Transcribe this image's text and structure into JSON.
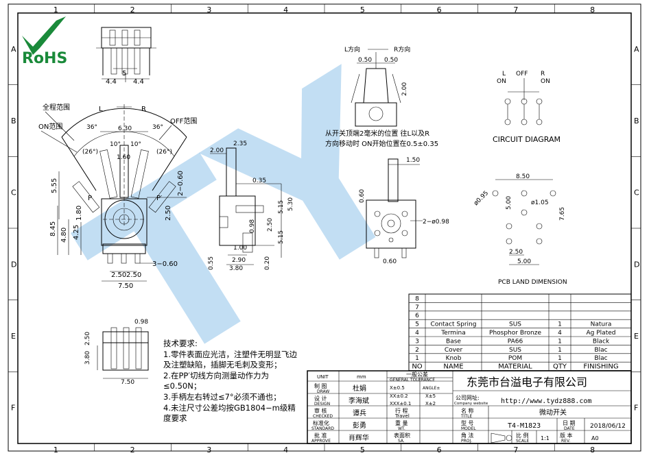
{
  "border": {
    "columns": [
      "1",
      "2",
      "3",
      "4",
      "5",
      "6",
      "7",
      "8"
    ],
    "rows": [
      "A",
      "B",
      "C",
      "D",
      "E",
      "F"
    ]
  },
  "logo": {
    "text": "RoHS",
    "color": "#1a8a3a"
  },
  "watermark": {
    "text": "TY",
    "color": "#8fc3ea"
  },
  "front_view": {
    "labels": {
      "full_range": "全程范围",
      "on_range": "ON范围",
      "off_range": "OFF范围",
      "L": "L",
      "R": "R",
      "P": "P",
      "P2": "P′",
      "ang36a": "36°",
      "ang36b": "36°",
      "ang26a": "(26°)",
      "ang26b": "(26°)",
      "ang10a": "10°",
      "ang10b": "10°"
    },
    "dims": {
      "d630": "6.30",
      "d160": "1.60",
      "d555": "5.55",
      "d845": "8.45",
      "d480": "4.80",
      "d425": "4.25",
      "d180": "1.80",
      "d250r": "2.50",
      "d060": "2−0.60",
      "d250a": "2.50",
      "d250b": "2.50",
      "d750": "7.50",
      "d3060": "3−0.60"
    }
  },
  "top_view": {
    "dims": {
      "d5": "5",
      "d44a": "4.4",
      "d44b": "4.4"
    }
  },
  "side_view": {
    "dims": {
      "d200": "2.00",
      "d235": "2.35",
      "d035": "0.35",
      "d530": "5.30",
      "d515a": "5.15",
      "d250": "2.50",
      "d515b": "5.15",
      "d098": "0.98",
      "d100": "1.00",
      "d290": "2.90",
      "d380": "3.80",
      "d055": "0.55",
      "d020": "0.20"
    }
  },
  "lever_view": {
    "labels": {
      "L": "L方向",
      "R": "R方向",
      "d050a": "0.50",
      "d050b": "0.50",
      "d200": "2.00"
    },
    "note_line1": "从开关顶端2毫米的位置 往L以及R",
    "note_line2": "方向移动时 ON开始位置在0.5±0.35"
  },
  "rear_view": {
    "dims": {
      "d150": "1.50",
      "d060": "0.60",
      "d060b": "0.60",
      "d2098": "2−ø0.98"
    }
  },
  "circuit": {
    "title": "CIRCUIT DIAGRAM",
    "L": "L",
    "ON1": "ON",
    "OFF": "OFF",
    "R": "R",
    "ON2": "ON"
  },
  "pcb": {
    "title": "PCB LAND DIMENSION",
    "dims": {
      "d850": "8.50",
      "d095": "ø0.95",
      "d105": "ø1.05",
      "d500v": "5.00",
      "d765": "7.65",
      "d250": "2.50",
      "d500h": "5.00"
    }
  },
  "bottom_view": {
    "dims": {
      "d098": "0.98",
      "d250": "2.50",
      "d380": "3.80",
      "d750": "7.50"
    }
  },
  "notes": {
    "title": "技术要求:",
    "lines": [
      "1.零件表面应光洁，注塑件无明显飞边",
      "及注塑缺陷，插脚无毛刺及变形；",
      "2.在PP′切线方向测量动作力为",
      "≤0.50N；",
      "3.手柄左右转过≤7°必须不通也；",
      "4.未注尺寸公差均按GB1804−m级精",
      "度要求"
    ]
  },
  "bom": {
    "rows": [
      {
        "no": "8",
        "name": "",
        "material": "",
        "qty": "",
        "finishing": ""
      },
      {
        "no": "7",
        "name": "",
        "material": "",
        "qty": "",
        "finishing": ""
      },
      {
        "no": "6",
        "name": "",
        "material": "",
        "qty": "",
        "finishing": ""
      },
      {
        "no": "5",
        "name": "Contact Spring",
        "material": "SUS",
        "qty": "1",
        "finishing": "Natura"
      },
      {
        "no": "4",
        "name": "Termina",
        "material": "Phosphor Bronze",
        "qty": "4",
        "finishing": "Ag Plated"
      },
      {
        "no": "3",
        "name": "Base",
        "material": "PA66",
        "qty": "1",
        "finishing": "Black"
      },
      {
        "no": "2",
        "name": "Cover",
        "material": "SUS",
        "qty": "1",
        "finishing": "Blac"
      },
      {
        "no": "1",
        "name": "Knob",
        "material": "POM",
        "qty": "1",
        "finishing": "Blac"
      }
    ],
    "header": {
      "no": "NO",
      "name": "NAME",
      "material": "MATERIAL",
      "qty": "QTY",
      "finishing": "FINISHING"
    }
  },
  "title_block": {
    "company": "东莞市台溢电子有限公司",
    "website_label": "公司网址:",
    "website_sub": "Company website",
    "website": "http://www.tydz888.com",
    "unit": "UNIT",
    "unit_val": "mm",
    "tol_title": "一般公差",
    "tol_sub": "GENERAL TOLERANCE",
    "tol1": "X±0.5",
    "tol2": "ANGLE±",
    "tol3": "XX±0.2",
    "tol4": "X±5",
    "tol5": "XXX±0.1",
    "tol6": "X±2",
    "draw_label": "制 图",
    "draw_sub": "DRAW",
    "draw_name": "杜娟",
    "design_label": "设 计",
    "design_sub": "DESIGN",
    "design_name": "李海斌",
    "check_label": "审 核",
    "check_sub": "CHECKED",
    "check_name": "谭兵",
    "standard_label": "标准化",
    "standard_sub": "STANDARD",
    "standard_name": "彭勇",
    "approve_label": "批 准",
    "approve_sub": "APPROVE",
    "approve_name": "肖辉华",
    "travel_label": "行 程",
    "travel_sub": "Travel",
    "weight_label": "重 量",
    "weight_sub": "WT.",
    "surface_label": "表面积",
    "surface_sub": "SA.",
    "name_label": "名 称",
    "name_sub": "TITLE",
    "name_val": "微动开关",
    "model_label": "型 号",
    "model_sub": "MODEL",
    "model_val": "T4-M1823",
    "date_label": "日 期",
    "date_sub": "DATE",
    "date_val": "2018/06/12",
    "proj_label": "角 法",
    "proj_sub": "PROJ.",
    "scale_label": "比 例",
    "scale_sub": "SCALE",
    "scale_val": "1:1",
    "rev_label": "版 本",
    "rev_sub": "REV.",
    "rev_val": "A0"
  }
}
